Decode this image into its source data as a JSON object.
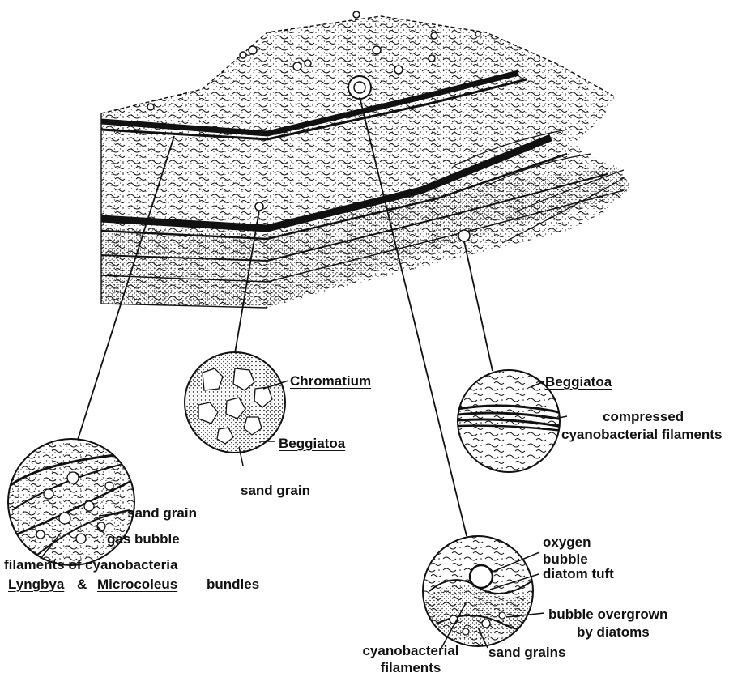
{
  "labels": {
    "chromatium": "Chromatium",
    "beggiatoa_mid": "Beggiatoa",
    "sand_grain_mid": "sand grain",
    "sand_grain_left": "sand grain",
    "gas_bubble": "gas bubble",
    "filaments_line1": "filaments of cyanobacteria",
    "lyngbya": "Lyngbya",
    "amp": "&",
    "microcoleus": "Microcoleus",
    "bundles": "bundles",
    "beggiatoa_right": "Beggiatoa",
    "compressed_line1": "compressed",
    "compressed_line2": "cyanobacterial filaments",
    "oxygen_line1": "oxygen",
    "oxygen_line2": "bubble",
    "diatom_tuft": "diatom tuft",
    "overgrown_line1": "bubble overgrown",
    "overgrown_line2": "by diatoms",
    "cyano_line1": "cyanobacterial",
    "cyano_line2": "filaments",
    "sand_grains": "sand grains"
  },
  "colors": {
    "ink": "#111111",
    "paper": "#ffffff"
  }
}
